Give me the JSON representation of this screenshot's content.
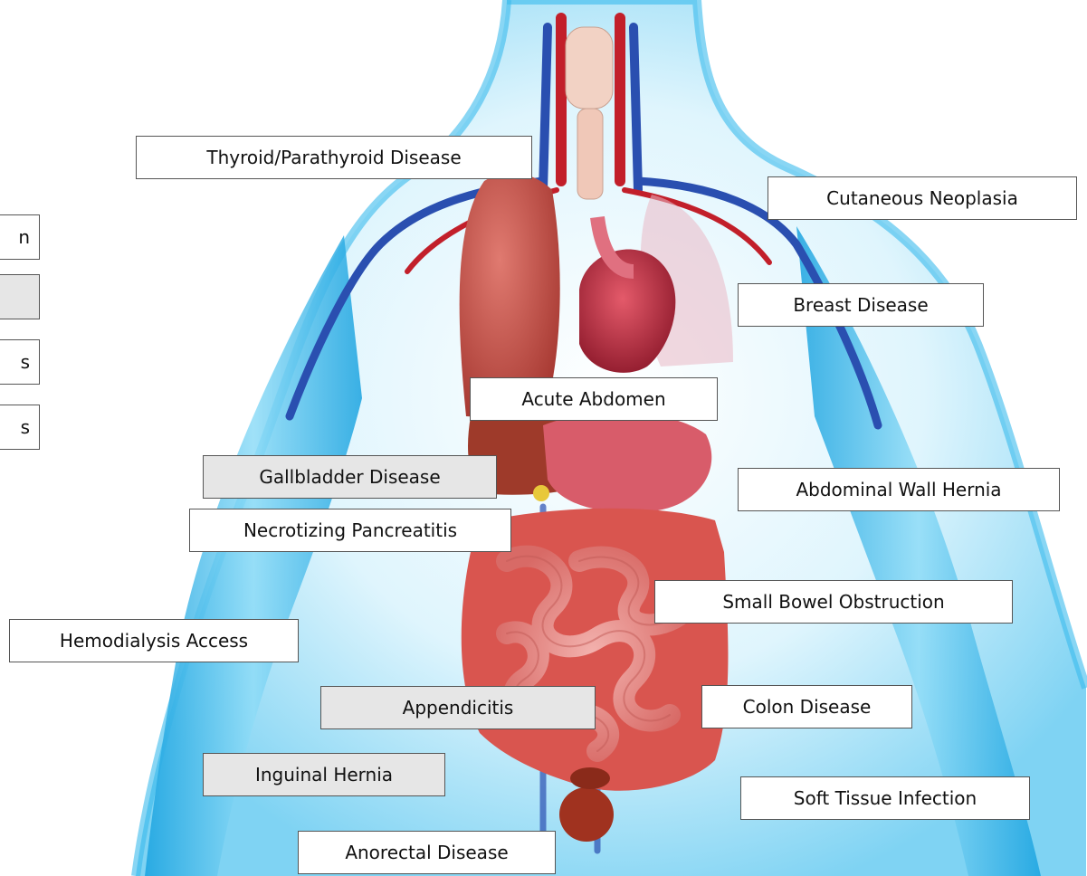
{
  "labels": {
    "thyroid": "Thyroid/Parathyroid Disease",
    "cutaneous": "Cutaneous Neoplasia",
    "breast": "Breast Disease",
    "acute_abdomen": "Acute Abdomen",
    "gallbladder": "Gallbladder Disease",
    "abdominal_hernia": "Abdominal Wall Hernia",
    "pancreatitis": "Necrotizing Pancreatitis",
    "small_bowel": "Small Bowel Obstruction",
    "hemodialysis": "Hemodialysis Access",
    "appendicitis": "Appendicitis",
    "colon": "Colon Disease",
    "inguinal": "Inguinal Hernia",
    "soft_tissue": "Soft Tissue Infection",
    "anorectal": "Anorectal Disease",
    "cut_1": "n",
    "cut_2": "",
    "cut_3": "s",
    "cut_4": "s"
  },
  "shaded_labels": [
    "gallbladder",
    "appendicitis",
    "inguinal",
    "cut_2"
  ],
  "colors": {
    "body_glow": "#6fd0f5",
    "body_light": "#d8f3fd",
    "vein": "#2a4fb0",
    "artery": "#c21f2a",
    "lung": "#c8564f",
    "heart": "#b8283c",
    "intestine": "#e88b86",
    "colon": "#d9554f",
    "liver": "#9e3a2a",
    "stomach": "#d85c6a",
    "bladder": "#a0321f"
  }
}
